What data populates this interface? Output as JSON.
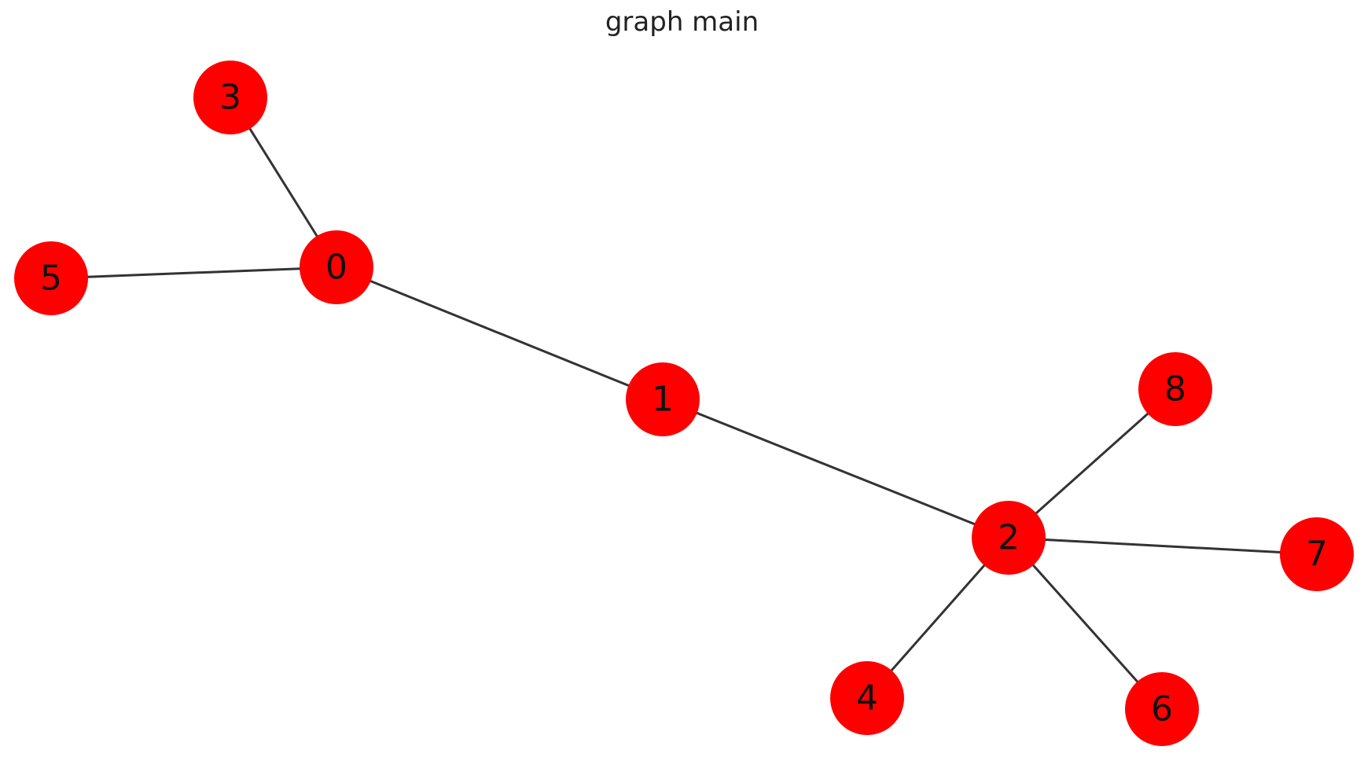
{
  "title": "graph main",
  "colors": {
    "node": "#ff0000",
    "edge": "#333333",
    "label": "#111111"
  },
  "nodes": [
    {
      "id": "0",
      "label": "0"
    },
    {
      "id": "1",
      "label": "1"
    },
    {
      "id": "2",
      "label": "2"
    },
    {
      "id": "3",
      "label": "3"
    },
    {
      "id": "4",
      "label": "4"
    },
    {
      "id": "5",
      "label": "5"
    },
    {
      "id": "6",
      "label": "6"
    },
    {
      "id": "7",
      "label": "7"
    },
    {
      "id": "8",
      "label": "8"
    }
  ],
  "edges": [
    [
      "0",
      "3"
    ],
    [
      "0",
      "5"
    ],
    [
      "0",
      "1"
    ],
    [
      "1",
      "2"
    ],
    [
      "2",
      "8"
    ],
    [
      "2",
      "7"
    ],
    [
      "2",
      "4"
    ],
    [
      "2",
      "6"
    ]
  ]
}
